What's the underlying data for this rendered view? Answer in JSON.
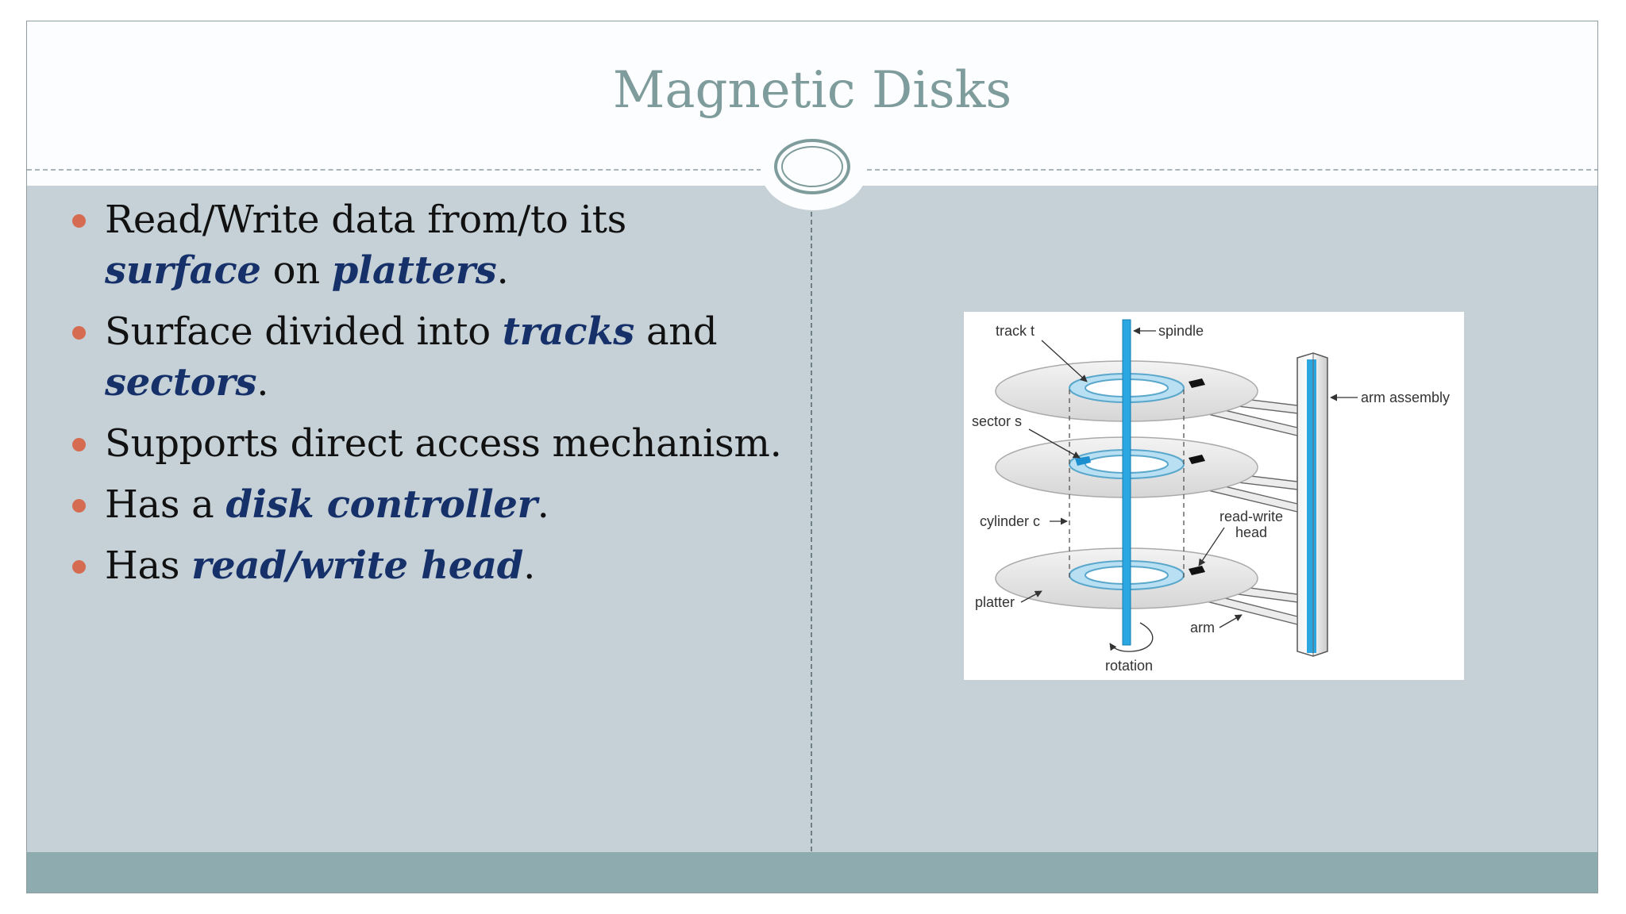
{
  "slide": {
    "title": "Magnetic Disks",
    "bullets": [
      {
        "parts": [
          "Read/Write data from/to its ",
          "surface",
          " on ",
          "platters",
          "."
        ]
      },
      {
        "parts": [
          "Surface divided into ",
          "tracks",
          " and ",
          "sectors",
          "."
        ]
      },
      {
        "parts": [
          "Supports direct access mechanism."
        ]
      },
      {
        "parts": [
          "Has a ",
          "disk controller",
          "."
        ]
      },
      {
        "parts": [
          "Has ",
          "read/write head",
          "."
        ]
      }
    ]
  },
  "figure": {
    "labels": {
      "track": "track t",
      "spindle": "spindle",
      "arm_assembly": "arm assembly",
      "sector": "sector s",
      "cylinder": "cylinder c",
      "read_write": "read-write",
      "head": "head",
      "platter": "platter",
      "arm": "arm",
      "rotation": "rotation"
    }
  },
  "colors": {
    "title": "#7f9c9c",
    "content_bg": "#c5d1d6",
    "footer": "#8eabaf",
    "bullet": "#d56c52",
    "emphasis": "#16306a"
  }
}
